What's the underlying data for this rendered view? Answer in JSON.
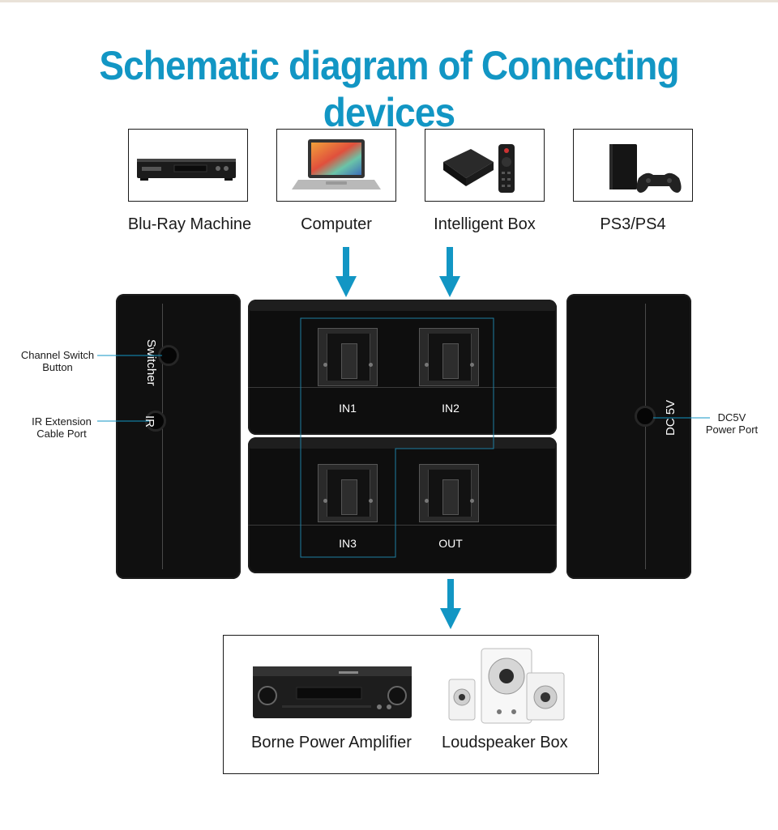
{
  "title": "Schematic diagram of Connecting devices",
  "inputs": [
    {
      "label": "Blu-Ray Machine",
      "icon": "blu-ray-player-icon"
    },
    {
      "label": "Computer",
      "icon": "laptop-icon"
    },
    {
      "label": "Intelligent Box",
      "icon": "tv-box-icon"
    },
    {
      "label": "PS3/PS4",
      "icon": "game-console-icon"
    }
  ],
  "left_panel": {
    "switcher_label": "Switcher",
    "ir_label": "IR",
    "channel_switch_callout": "Channel Switch\nButton",
    "ir_callout": "IR Extension\nCable Port"
  },
  "front_ports": {
    "in1": "IN1",
    "in2": "IN2",
    "in3": "IN3",
    "out": "OUT"
  },
  "right_panel": {
    "dc_label": "DC 5V",
    "dc_callout": "DC5V\nPower Port"
  },
  "outputs": [
    {
      "label": "Borne Power Amplifier",
      "icon": "amplifier-icon"
    },
    {
      "label": "Loudspeaker Box",
      "icon": "speakers-icon"
    }
  ],
  "colors": {
    "accent": "#1296c4",
    "device_body": "#0e0e0e"
  }
}
